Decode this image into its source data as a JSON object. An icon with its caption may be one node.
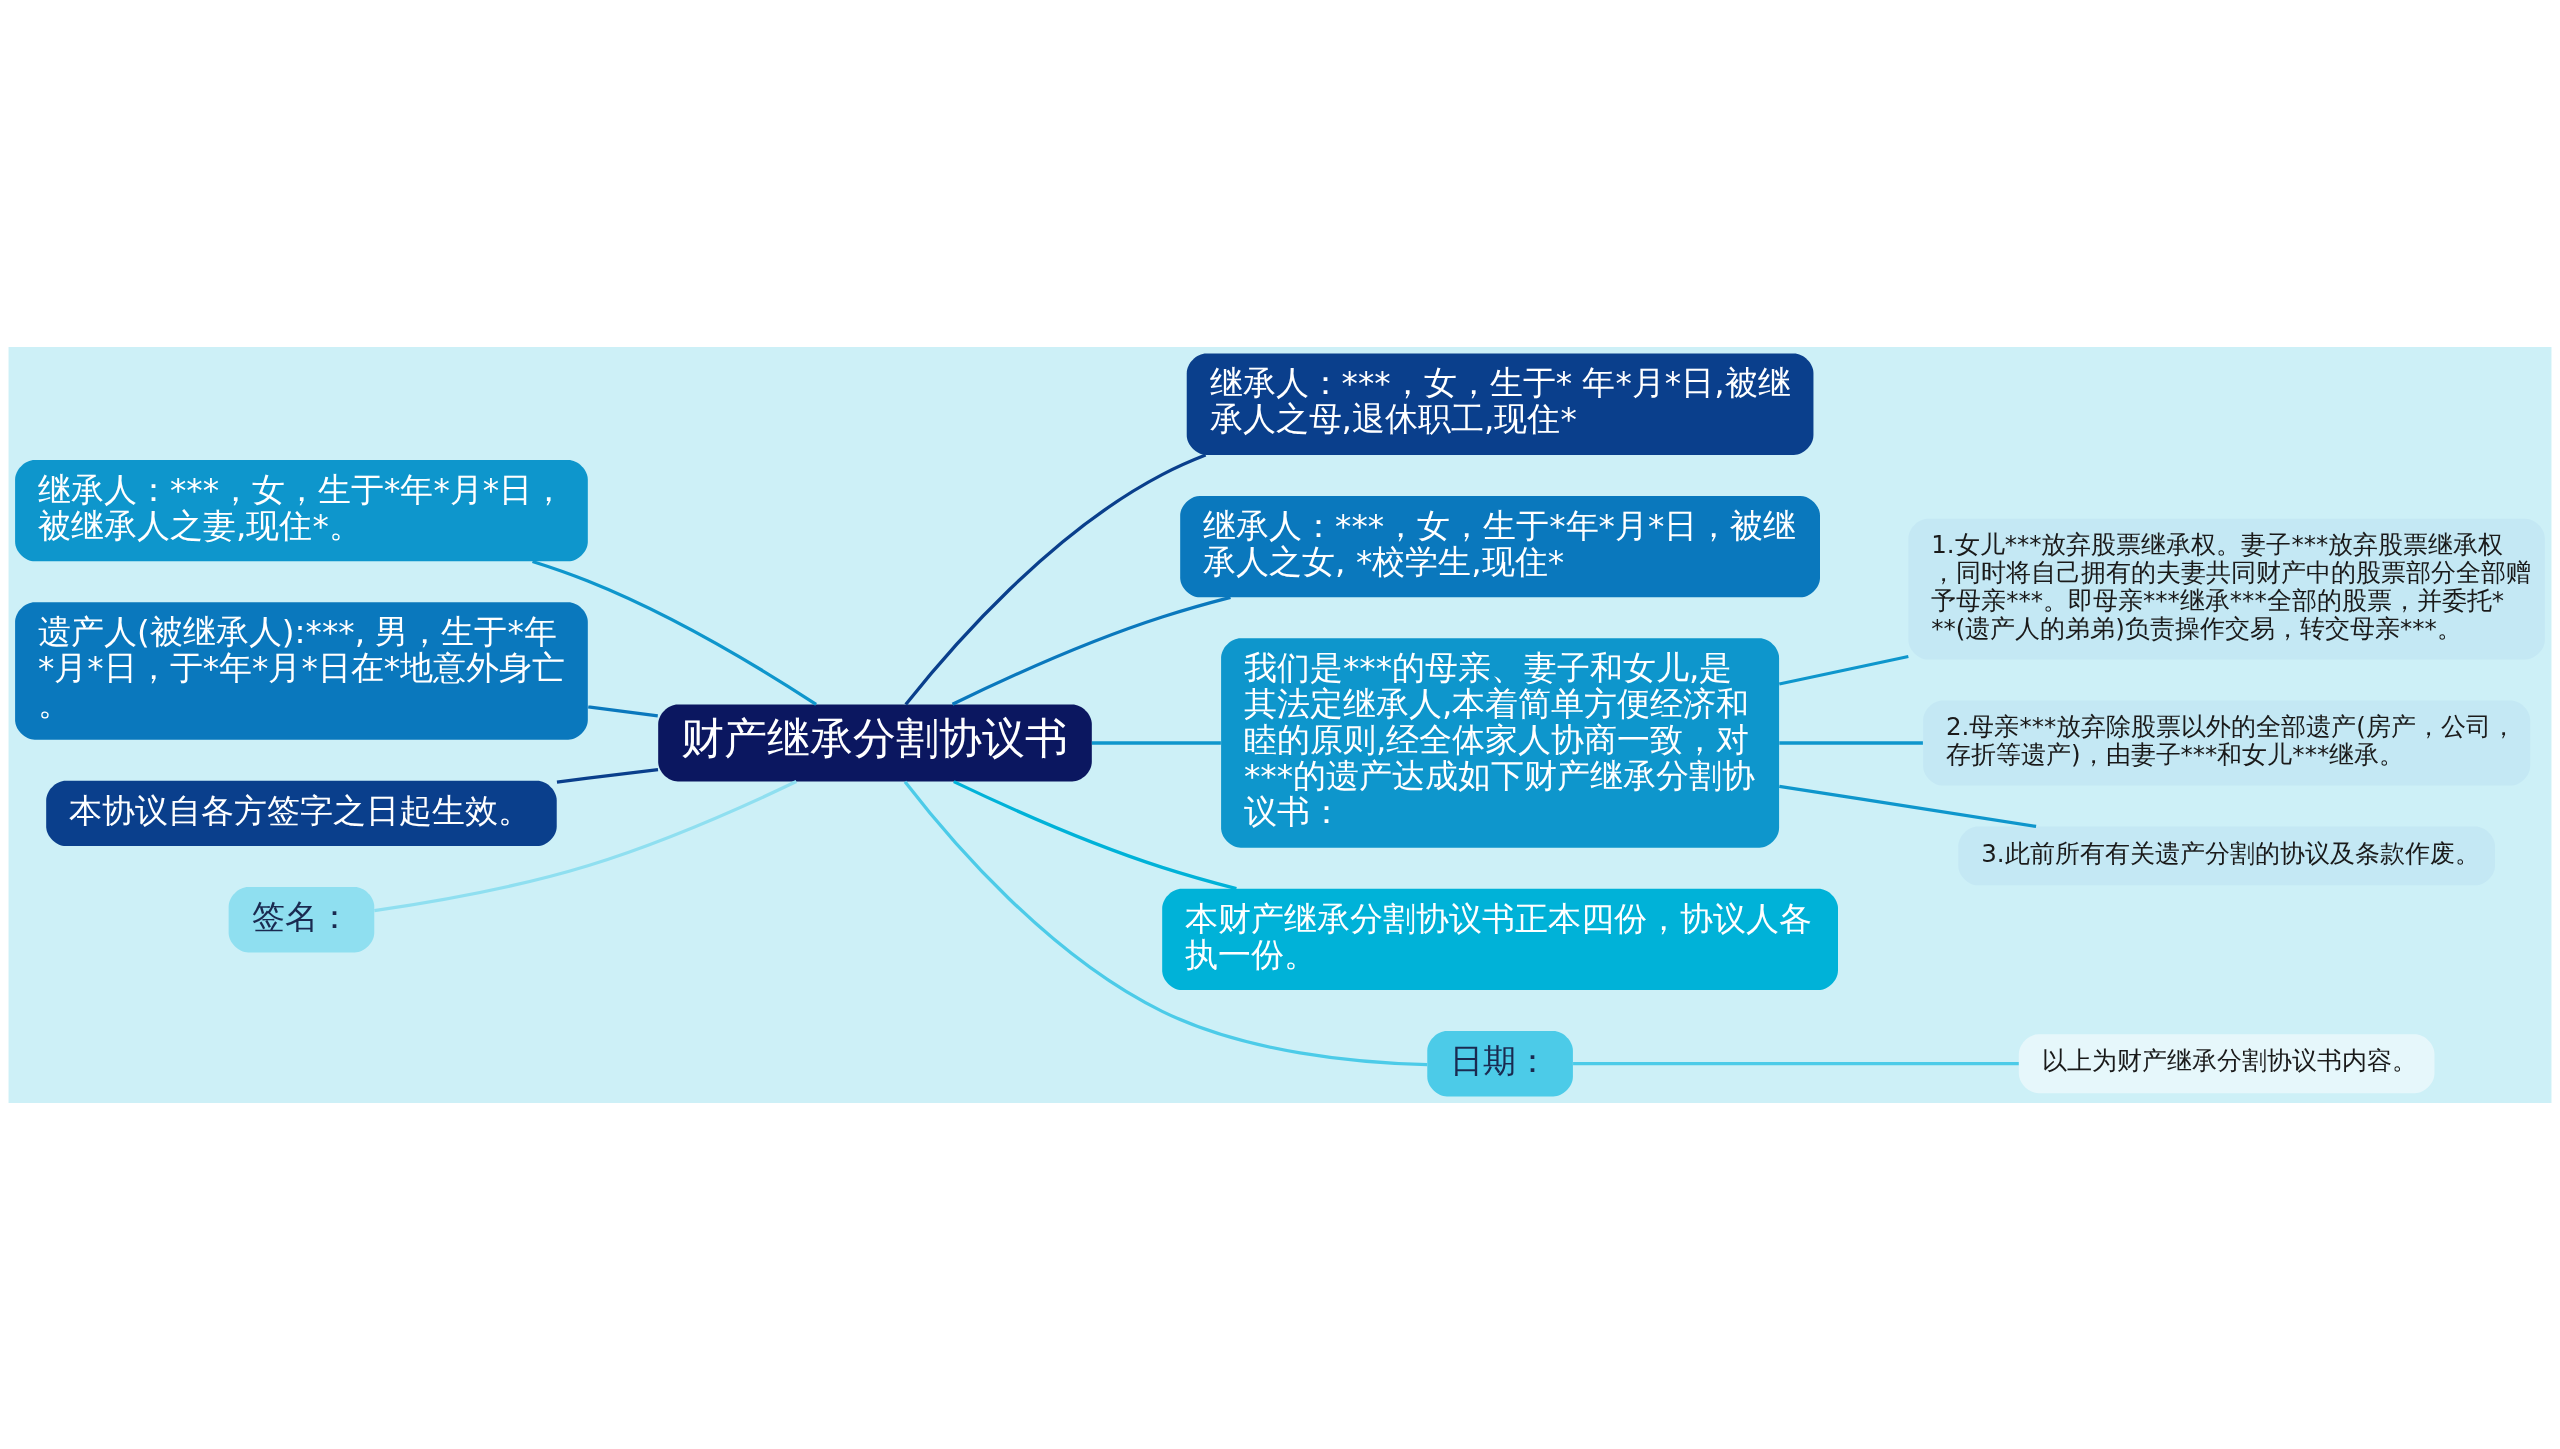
{
  "diagram": {
    "nodes": [
      {
        "text": [
          "财产继承分割协议书"
        ]
      },
      {
        "text": [
          "继承人：***，女，生于*年*月*日，被继承人之妻,现住*。"
        ]
      },
      {
        "text": [
          "遗产人(被继承人):***, 男，生于*年*月*日，于*年*月*日在*地意外身亡。"
        ]
      },
      {
        "text": [
          "本协议自各方签字之日起生效。"
        ]
      },
      {
        "text": [
          "签名："
        ]
      },
      {
        "text": [
          "继承人：***，女，生于* 年*月*日,被继承人之母,退休职工,现住*"
        ]
      },
      {
        "text": [
          "继承人：***，女，生于*年*月*日，被继承人之女, *校学生,现住*"
        ]
      },
      {
        "text": [
          "我们是***的母亲、妻子和女儿,是其法定继承人,本着简单方便经济和睦的原则,经全体家人协商一致，对***的遗产达成如下财产继承分割协议书："
        ]
      },
      {
        "text": [
          "本财产继承分割协议书正本四份，协议人各执一份。"
        ]
      },
      {
        "text": [
          "日期："
        ]
      },
      {
        "text": [
          "1.女儿***放弃股票继承权。妻子***放弃股票继承权，同时将自己拥有的夫妻共同财产中的股票部分全部赠予母亲***。即母亲***继承***全部的股票，并委托***(遗产人的弟弟)负责操作交易，转交母亲***。"
        ]
      },
      {
        "text": [
          "2.母亲***放弃除股票以外的全部遗产(房产，公司，存折等遗产)，由妻子***和女儿***继承。"
        ]
      },
      {
        "text": [
          "3.此前所有有关遗产分割的协议及条款作废。"
        ]
      },
      {
        "text": [
          "以上为财产继承分割协议书内容。"
        ]
      }
    ],
    "edges": [
      {
        "from": 0,
        "to": 1,
        "arrow": "none"
      },
      {
        "from": 0,
        "to": 2,
        "arrow": "none",
        "color": "#0a78bd"
      },
      {
        "from": 0,
        "to": 3,
        "arrow": "none",
        "color": "#0a3f8c"
      },
      {
        "from": 0,
        "to": 4,
        "arrow": "none",
        "color": "#8fdff0"
      },
      {
        "from": 0,
        "to": 5,
        "arrow": "none",
        "color": "#0a3f8c"
      },
      {
        "from": 0,
        "to": 6,
        "arrow": "none",
        "color": "#0a78bd"
      },
      {
        "from": 0,
        "to": 7,
        "arrow": "none"
      },
      {
        "from": 0,
        "to": 8,
        "arrow": "none",
        "color": "#00b2d8"
      },
      {
        "from": 0,
        "to": 9,
        "arrow": "none",
        "color": "#4ccbe8"
      },
      {
        "from": 7,
        "to": 10,
        "arrow": "none"
      },
      {
        "from": 7,
        "to": 11,
        "arrow": "none"
      },
      {
        "from": 7,
        "to": 12,
        "arrow": "none"
      },
      {
        "from": 9,
        "to": 13,
        "arrow": "none",
        "color": "#4ccbe8"
      }
    ]
  }
}
